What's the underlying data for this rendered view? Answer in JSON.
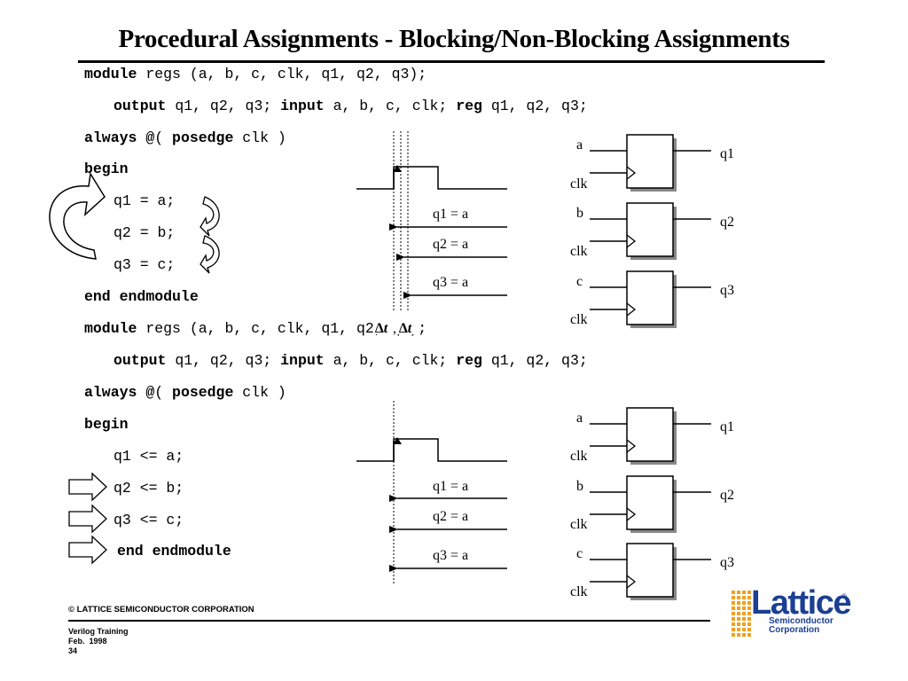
{
  "title": "Procedural Assignments - Blocking/Non-Blocking Assignments",
  "kw": {
    "module": "module",
    "output": "output",
    "input": "input",
    "reg": "reg",
    "always": "always",
    "at": "@",
    "posedge": "posedge",
    "begin": "begin",
    "end": "end",
    "endmodule": "endmodule"
  },
  "blocking": {
    "module_rest": " regs (a, b, c, clk, q1, q2, q3);",
    "output_rest": " q1, q2, q3; ",
    "input_rest": " a, b, c, clk; ",
    "reg_rest": " q1, q2, q3;",
    "always_paren": "( ",
    "always_rest": " clk )",
    "stmts": [
      "q1 = a;",
      "q2 = b;",
      "q3 = c;"
    ]
  },
  "nonblocking": {
    "module_rest": " regs (a, b, c, clk, q1, q2, q3);",
    "output_rest": " q1, q2, q3; ",
    "input_rest": " a, b, c, clk; ",
    "reg_rest": " q1, q2, q3;",
    "always_paren": "( ",
    "always_rest": " clk )",
    "stmts": [
      "q1 <= a;",
      "q2 <= b;",
      "q3 <= c;"
    ]
  },
  "timing_top": {
    "labels": [
      "q1 = a",
      "q2 = a",
      "q3 = a"
    ],
    "delta1": "∆t",
    "delta2": "∆t",
    "comma": ","
  },
  "timing_bottom": {
    "labels": [
      "q1 = a",
      "q2 = a",
      "q3 = a"
    ]
  },
  "flipflops_top": [
    {
      "in": "a",
      "clk": "clk",
      "out": "q1"
    },
    {
      "in": "b",
      "clk": "clk",
      "out": "q2"
    },
    {
      "in": "c",
      "clk": "clk",
      "out": "q3"
    }
  ],
  "flipflops_bottom": [
    {
      "in": "a",
      "clk": "clk",
      "out": "q1"
    },
    {
      "in": "b",
      "clk": "clk",
      "out": "q2"
    },
    {
      "in": "c",
      "clk": "clk",
      "out": "q3"
    }
  ],
  "footer": {
    "copyright": "© LATTICE SEMICONDUCTOR CORPORATION",
    "course": "Verilog Training",
    "date": "Feb.  1998",
    "page": "34"
  },
  "logo": {
    "name": "Lattice",
    "reg": "®",
    "sub1": "Semiconductor",
    "sub2": "Corporation",
    "color": "#1c3f94",
    "dot_color": "#f0a020"
  }
}
